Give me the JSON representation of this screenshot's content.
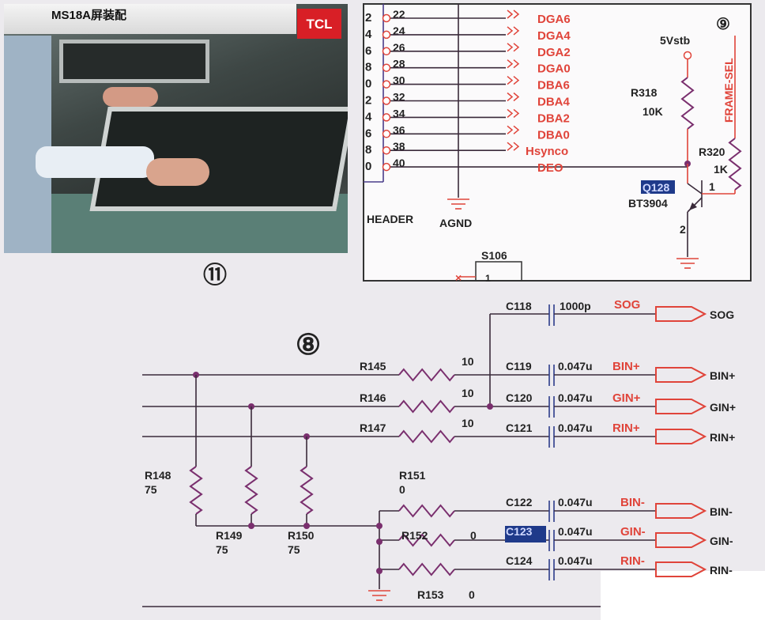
{
  "photo": {
    "caption": "MS18A屏装配",
    "brand_logo": "TCL",
    "figure_number": "⑪"
  },
  "figure9": {
    "number": "⑨",
    "header_pins": [
      "22",
      "24",
      "26",
      "28",
      "30",
      "32",
      "34",
      "36",
      "38",
      "40"
    ],
    "header_left_pins": [
      "2",
      "4",
      "6",
      "8",
      "0",
      "2",
      "4",
      "6",
      "8",
      "0"
    ],
    "signals": [
      "DGA6",
      "DGA4",
      "DGA2",
      "DGA0",
      "DBA6",
      "DBA4",
      "DBA2",
      "DBA0",
      "Hsynco",
      "DEO"
    ],
    "header_label": "HEADER",
    "ground_label": "AGND",
    "supply_label": "5Vstb",
    "r318": {
      "ref": "R318",
      "value": "10K"
    },
    "r320": {
      "ref": "R320",
      "value": "1K"
    },
    "transistor": {
      "ref": "Q128",
      "part": "BT3904",
      "pin1": "1",
      "pin2": "2"
    },
    "frame_sel": "FRAME-SEL",
    "switch": {
      "ref": "S106",
      "pin": "1"
    }
  },
  "figure8": {
    "number": "⑧",
    "sog": {
      "cap": "C118",
      "value": "1000p",
      "net": "SOG",
      "port": "SOG"
    },
    "plus_rows": [
      {
        "res": "R145",
        "res_value": "10",
        "cap": "C119",
        "cap_value": "0.047u",
        "net": "BIN+",
        "port": "BIN+"
      },
      {
        "res": "R146",
        "res_value": "10",
        "cap": "C120",
        "cap_value": "0.047u",
        "net": "GIN+",
        "port": "GIN+"
      },
      {
        "res": "R147",
        "res_value": "10",
        "cap": "C121",
        "cap_value": "0.047u",
        "net": "RIN+",
        "port": "RIN+"
      }
    ],
    "terminators": [
      {
        "ref": "R148",
        "value": "75"
      },
      {
        "ref": "R149",
        "value": "75"
      },
      {
        "ref": "R150",
        "value": "75"
      }
    ],
    "minus_rows": [
      {
        "res": "R151",
        "res_value": "0",
        "cap": "C122",
        "cap_value": "0.047u",
        "net": "BIN-",
        "port": "BIN-"
      },
      {
        "res": "R152",
        "res_value": "0",
        "cap": "C123",
        "cap_value": "0.047u",
        "net": "GIN-",
        "port": "GIN-"
      },
      {
        "res": "R153",
        "res_value": "0",
        "cap": "C124",
        "cap_value": "0.047u",
        "net": "RIN-",
        "port": "RIN-"
      }
    ]
  },
  "colors": {
    "wire": "#3a2a3a",
    "net": "#e0443a",
    "node": "#7a2f6e",
    "highlight": "#1f3a8a"
  }
}
